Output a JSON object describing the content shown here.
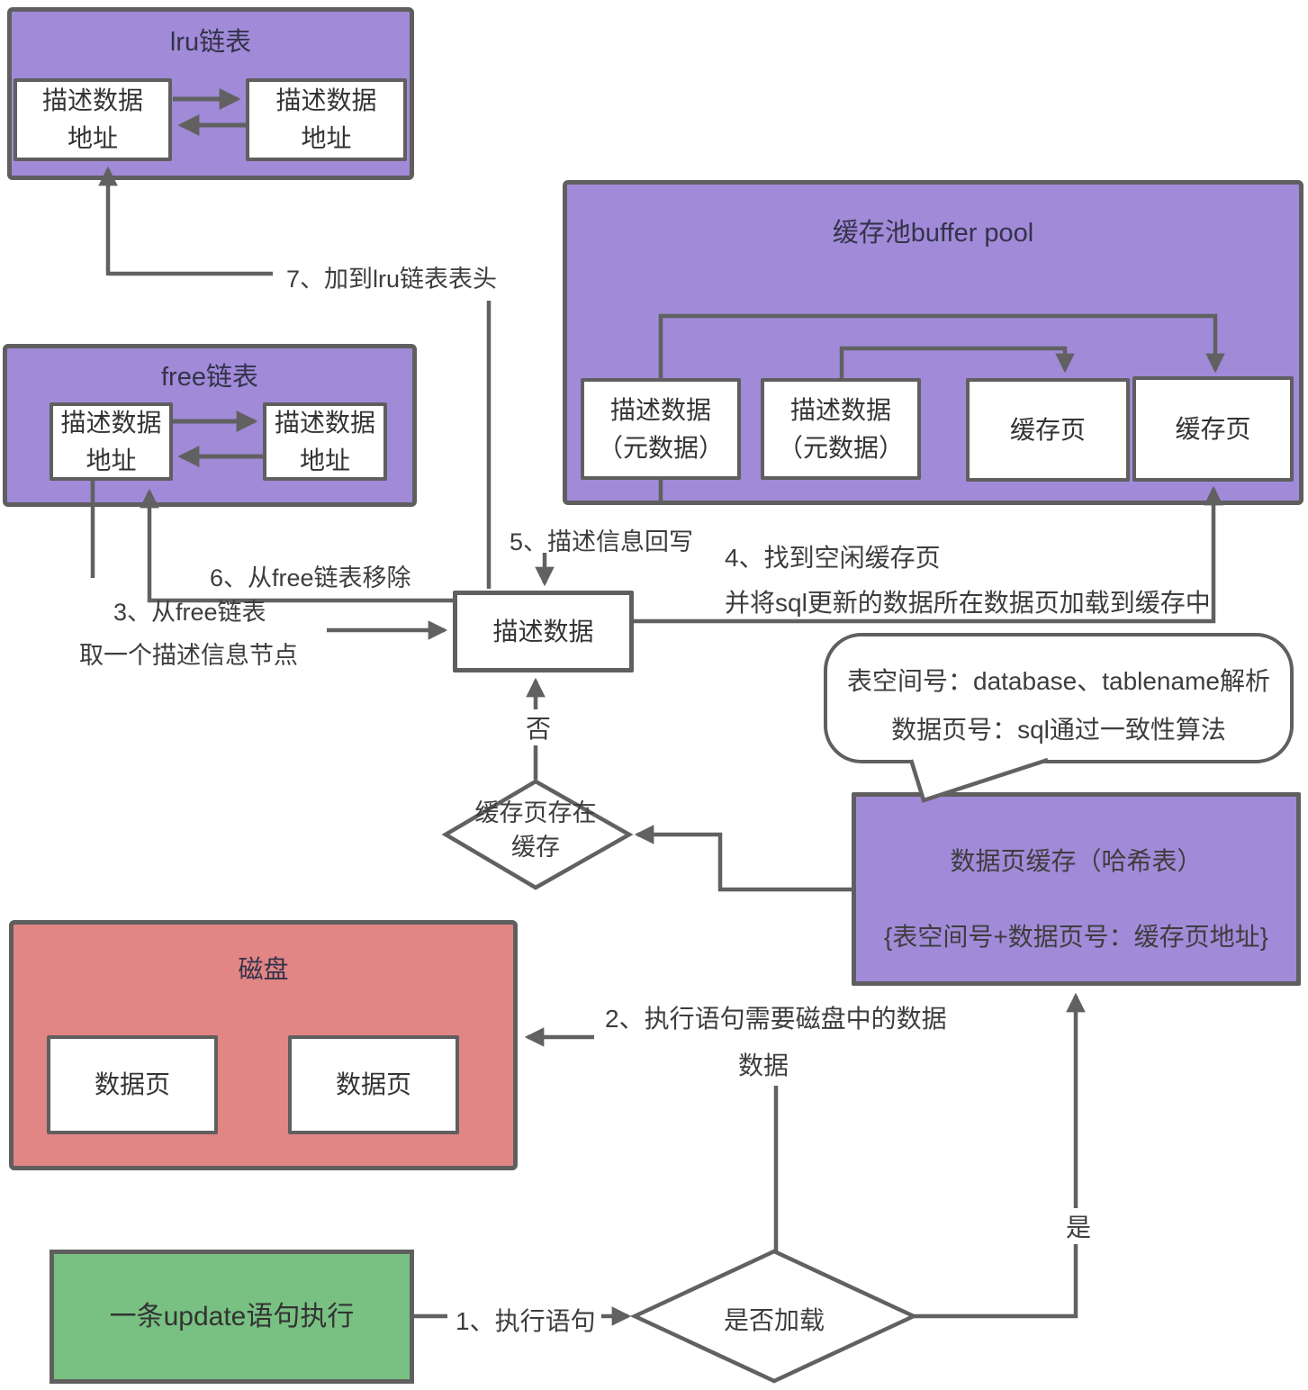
{
  "colors": {
    "container_purple": "#a18ad8",
    "disk_red": "#e28585",
    "update_green": "#79c083",
    "border_gray": "#5f5f5f",
    "line_gray": "#616161",
    "text_dark": "#333333"
  },
  "lru_list": {
    "title": "lru链表",
    "node1": {
      "line1": "描述数据",
      "line2": "地址"
    },
    "node2": {
      "line1": "描述数据",
      "line2": "地址"
    }
  },
  "free_list": {
    "title": "free链表",
    "node1": {
      "line1": "描述数据",
      "line2": "地址"
    },
    "node2": {
      "line1": "描述数据",
      "line2": "地址"
    }
  },
  "buffer_pool": {
    "title": "缓存池buffer pool",
    "meta1": {
      "line1": "描述数据",
      "line2": "（元数据）"
    },
    "meta2": {
      "line1": "描述数据",
      "line2": "（元数据）"
    },
    "cache1": "缓存页",
    "cache2": "缓存页"
  },
  "desc_node": {
    "label": "描述数据"
  },
  "cache_exists_diamond": {
    "line1": "缓存页存在",
    "line2": "缓存"
  },
  "hash_table": {
    "line1": "数据页缓存（哈希表）",
    "line2": "{表空间号+数据页号：缓存页地址}"
  },
  "callout": {
    "line1": "表空间号：database、tablename解析",
    "line2": "数据页号：sql通过一致性算法"
  },
  "disk": {
    "title": "磁盘",
    "page1": "数据页",
    "page2": "数据页"
  },
  "update_stmt": {
    "label": "一条update语句执行"
  },
  "load_diamond": {
    "label": "是否加载"
  },
  "steps": {
    "step1": "1、执行语句",
    "step2_line1": "2、执行语句需要磁盘中的数据",
    "step2_line2": "数据",
    "step3_line1": "3、从free链表",
    "step3_line2": "取一个描述信息节点",
    "step4_line1": "4、找到空闲缓存页",
    "step4_line2": "并将sql更新的数据所在数据页加载到缓存中",
    "step5": "5、描述信息回写",
    "step6": "6、从free链表移除",
    "step7": "7、加到lru链表表头",
    "yes": "是",
    "no": "否"
  }
}
